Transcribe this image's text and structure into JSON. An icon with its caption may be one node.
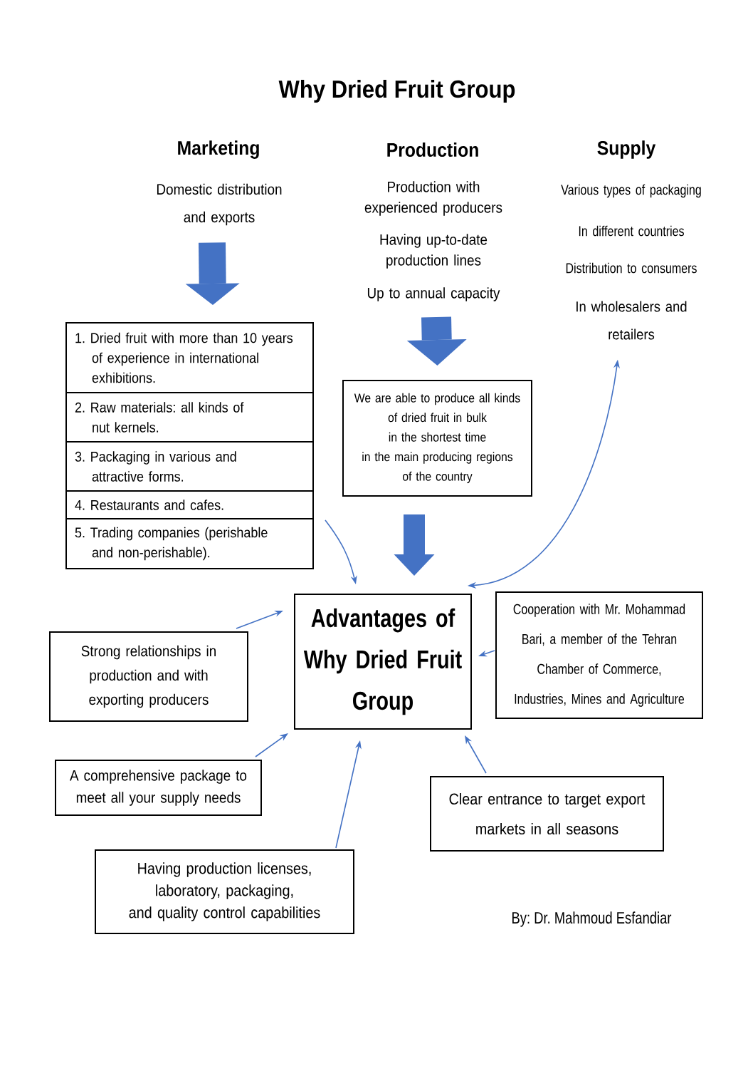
{
  "diagram": {
    "title": "Why Dried Fruit Group",
    "nodes": [
      {
        "text": [
          "Marketing",
          "Domestic distribution and exports"
        ]
      },
      {
        "text": [
          "Production",
          "Production with experienced producers",
          "Having up-to-date production lines",
          "Up to annual capacity"
        ]
      },
      {
        "text": [
          "Supply",
          "Various types of packaging",
          "In different countries",
          "Distribution to consumers",
          "In wholesalers and retailers"
        ]
      },
      {
        "text": [],
        "shape": "box"
      },
      {
        "text": [
          "1. Dried fruit with more than 10 years of experience in international exhibitions."
        ],
        "in": 3
      },
      {
        "text": [
          "2. Raw materials: all kinds of nut kernels."
        ],
        "in": 3
      },
      {
        "text": [
          "3. Packaging in various and attractive forms."
        ],
        "in": 3
      },
      {
        "text": [
          "4. Restaurants and cafes."
        ],
        "in": 3
      },
      {
        "text": [
          "5. Trading companies (perishable and non-perishable)."
        ],
        "in": 3
      },
      {
        "text": [
          "We are able to produce all kinds of dried fruit in bulk in the shortest time in the main producing regions of the country"
        ]
      },
      {
        "text": [
          "Advantages of Why Dried Fruit Group"
        ]
      },
      {
        "text": [
          "Cooperation with Mr. Mohammad Bari, a member of the Tehran Chamber of Commerce, Industries, Mines and Agriculture"
        ]
      },
      {
        "text": [
          "Strong relationships in production and with exporting producers"
        ]
      },
      {
        "text": [
          "A comprehensive package to meet all your supply needs"
        ]
      },
      {
        "text": [
          "Clear entrance to target export markets in all seasons"
        ]
      },
      {
        "text": [
          "Having production licenses, laboratory, packaging, and quality control capabilities"
        ]
      }
    ],
    "edges": [
      {
        "from": 0,
        "to": 3,
        "arrow": "to",
        "style": "thick"
      },
      {
        "from": 1,
        "to": 9,
        "arrow": "to",
        "style": "thick"
      },
      {
        "from": 9,
        "to": 10,
        "arrow": "to",
        "style": "thick"
      },
      {
        "from": 3,
        "to": 10,
        "arrow": "to"
      },
      {
        "from": 10,
        "to": 2,
        "arrow": "both"
      },
      {
        "from": 12,
        "to": 10,
        "arrow": "to"
      },
      {
        "from": 11,
        "to": 10,
        "arrow": "to"
      },
      {
        "from": 13,
        "to": 10,
        "arrow": "to"
      },
      {
        "from": 15,
        "to": 10,
        "arrow": "to"
      },
      {
        "from": 14,
        "to": 10,
        "arrow": "to"
      }
    ],
    "labels": [
      "By: Dr. Mahmoud Esfandiar"
    ]
  }
}
